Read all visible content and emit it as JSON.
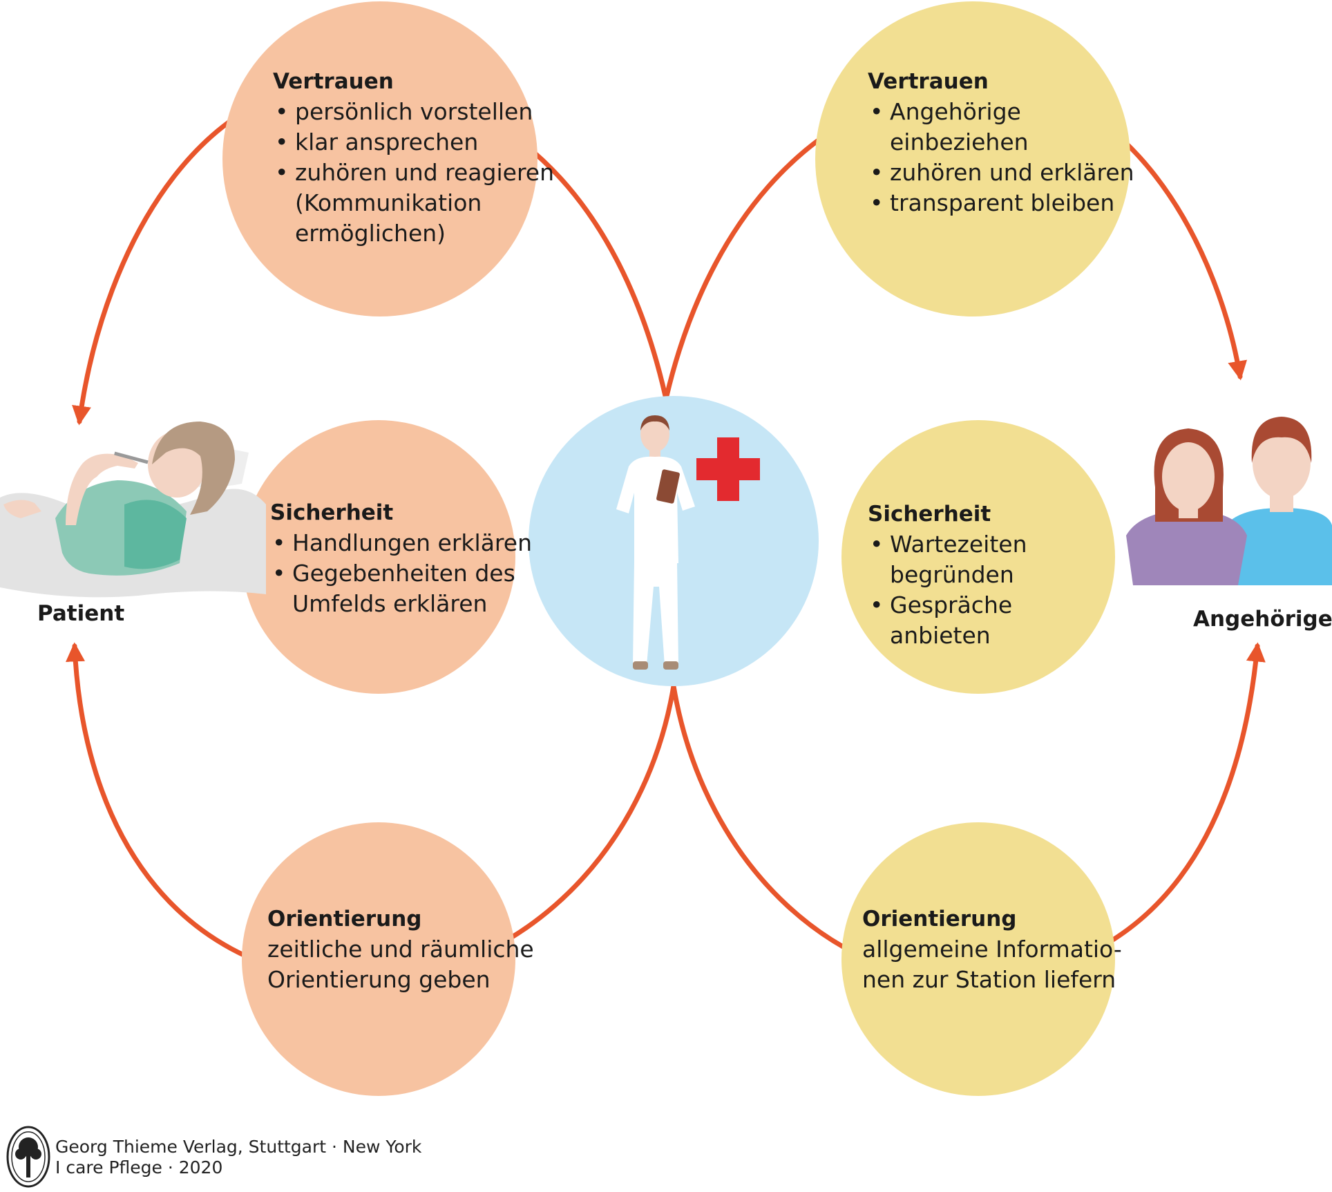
{
  "colors": {
    "arrow": "#e8552b",
    "patient_circles": "#f7c3a1",
    "relatives_circles": "#f2df92",
    "center_circle": "#c6e6f6",
    "cross": "#e32a2f"
  },
  "patient": {
    "label": "Patient",
    "vertrauen": {
      "heading": "Vertrauen",
      "items": [
        "persönlich vorstellen",
        "klar ansprechen",
        "zuhören und reagieren\n(Kommunikation\nermöglichen)"
      ]
    },
    "sicherheit": {
      "heading": "Sicherheit",
      "items": [
        "Handlungen erklären",
        "Gegebenheiten des\nUmfelds erklären"
      ]
    },
    "orientierung": {
      "heading": "Orientierung",
      "text": "zeitliche und räumliche\nOrientierung geben"
    }
  },
  "angehoerige": {
    "label": "Angehörige",
    "vertrauen": {
      "heading": "Vertrauen",
      "items": [
        "Angehörige\neinbeziehen",
        "zuhören und erklären",
        "transparent bleiben"
      ]
    },
    "sicherheit": {
      "heading": "Sicherheit",
      "items": [
        "Wartezeiten\nbegründen",
        "Gespräche\nanbieten"
      ]
    },
    "orientierung": {
      "heading": "Orientierung",
      "text": "allgemeine Informatio-\nnen zur Station liefern"
    }
  },
  "icons": {
    "patient": "patient-in-bed-icon",
    "nurse": "nurse-icon",
    "cross": "red-cross-icon",
    "relatives": "relatives-couple-icon",
    "publisher_logo": "tree-seal-logo"
  },
  "footer": {
    "line1": "Georg Thieme Verlag, Stuttgart · New York",
    "line2": "I care Pflege · 2020"
  }
}
